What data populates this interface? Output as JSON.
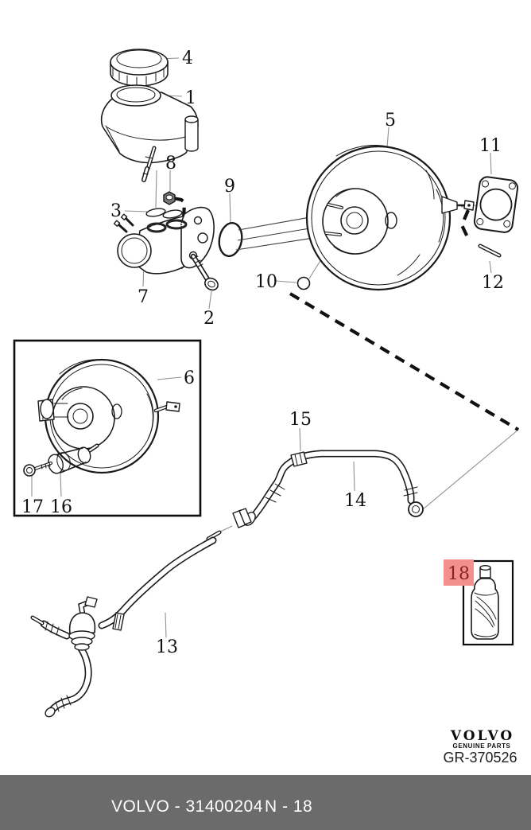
{
  "parts": {
    "n1": "1",
    "n2": "2",
    "n3": "3",
    "n4": "4",
    "n5": "5",
    "n6": "6",
    "n7": "7",
    "n8": "8",
    "n9": "9",
    "n10": "10",
    "n11": "11",
    "n12": "12",
    "n13": "13",
    "n14": "14",
    "n15": "15",
    "n16": "16",
    "n17": "17",
    "n18": "18"
  },
  "highlight": {
    "selected_part": "18"
  },
  "brand": {
    "logo": "VOLVO",
    "tagline": "GENUINE PARTS",
    "drawing_ref": "GR-370526"
  },
  "footer": {
    "left": "VOLVO - 31400204",
    "right": "N - 18"
  },
  "colors": {
    "highlight_bg": "#f2908d",
    "highlight_text": "#8e1f1f",
    "footer_bg": "#6b6b6b",
    "footer_text": "#ffffff",
    "outline": "#1a1a1a",
    "leader": "#909090"
  }
}
